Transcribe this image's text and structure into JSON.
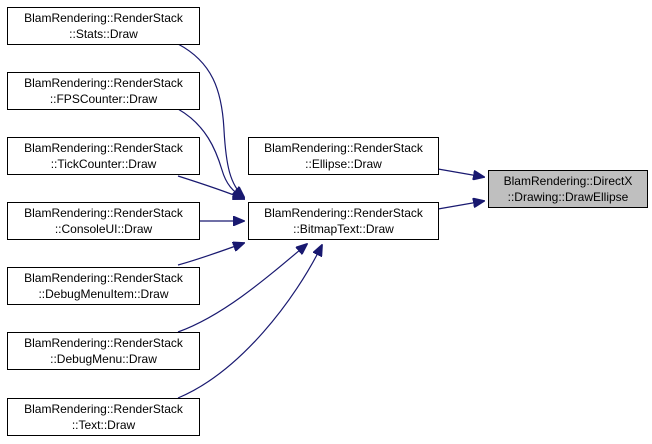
{
  "diagram": {
    "type": "caller-graph",
    "colors": {
      "edge": "#191970",
      "node_fill": "#ffffff",
      "focus_fill": "#bfbfbf",
      "node_border": "#000000"
    },
    "nodes": [
      {
        "id": "stats-draw",
        "lines": [
          "BlamRendering::RenderStack",
          "::Stats::Draw"
        ],
        "focus": false
      },
      {
        "id": "fpscounter-draw",
        "lines": [
          "BlamRendering::RenderStack",
          "::FPSCounter::Draw"
        ],
        "focus": false
      },
      {
        "id": "tickcounter-draw",
        "lines": [
          "BlamRendering::RenderStack",
          "::TickCounter::Draw"
        ],
        "focus": false
      },
      {
        "id": "consoleui-draw",
        "lines": [
          "BlamRendering::RenderStack",
          "::ConsoleUI::Draw"
        ],
        "focus": false
      },
      {
        "id": "debugmenuitem-draw",
        "lines": [
          "BlamRendering::RenderStack",
          "::DebugMenuItem::Draw"
        ],
        "focus": false
      },
      {
        "id": "debugmenu-draw",
        "lines": [
          "BlamRendering::RenderStack",
          "::DebugMenu::Draw"
        ],
        "focus": false
      },
      {
        "id": "text-draw",
        "lines": [
          "BlamRendering::RenderStack",
          "::Text::Draw"
        ],
        "focus": false
      },
      {
        "id": "ellipse-draw",
        "lines": [
          "BlamRendering::RenderStack",
          "::Ellipse::Draw"
        ],
        "focus": false
      },
      {
        "id": "bitmaptext-draw",
        "lines": [
          "BlamRendering::RenderStack",
          "::BitmapText::Draw"
        ],
        "focus": false
      },
      {
        "id": "drawellipse",
        "lines": [
          "BlamRendering::DirectX",
          "::Drawing::DrawEllipse"
        ],
        "focus": true
      }
    ],
    "edges": [
      {
        "from": "stats-draw",
        "to": "bitmaptext-draw"
      },
      {
        "from": "fpscounter-draw",
        "to": "bitmaptext-draw"
      },
      {
        "from": "tickcounter-draw",
        "to": "bitmaptext-draw"
      },
      {
        "from": "consoleui-draw",
        "to": "bitmaptext-draw"
      },
      {
        "from": "debugmenuitem-draw",
        "to": "bitmaptext-draw"
      },
      {
        "from": "debugmenu-draw",
        "to": "bitmaptext-draw"
      },
      {
        "from": "text-draw",
        "to": "bitmaptext-draw"
      },
      {
        "from": "ellipse-draw",
        "to": "drawellipse"
      },
      {
        "from": "bitmaptext-draw",
        "to": "drawellipse"
      }
    ]
  }
}
